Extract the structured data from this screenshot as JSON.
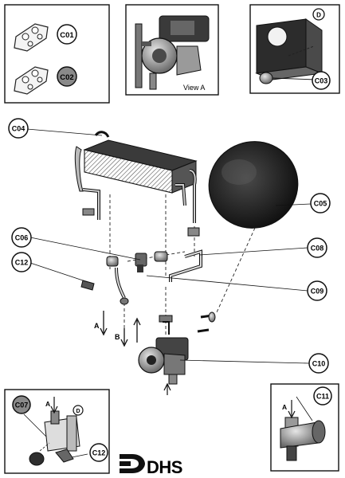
{
  "parts": {
    "c01": "C01",
    "c02": "C02",
    "c03": "C03",
    "c04": "C04",
    "c05": "C05",
    "c06": "C06",
    "c07": "C07",
    "c08": "C08",
    "c09": "C09",
    "c10": "C10",
    "c11": "C11",
    "c12": "C12",
    "c12_inset": "C12"
  },
  "panels": {
    "view_a_label": "View A"
  },
  "markers": {
    "d_top": "D",
    "d_inset": "D",
    "a_main": "A",
    "b_main": "B",
    "a_inset_left": "A",
    "a_inset_right": "A"
  },
  "logo": {
    "text": "DHS"
  }
}
